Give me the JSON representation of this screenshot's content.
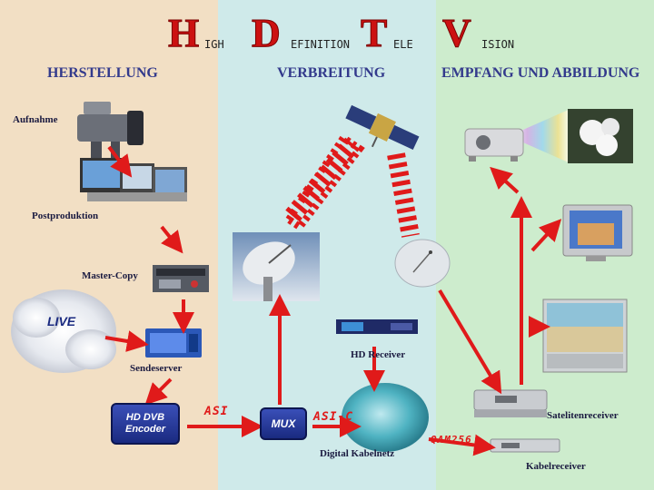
{
  "title": {
    "h_big": "H",
    "h_rest": "IGH",
    "d_big": "D",
    "d_rest": "EFINITION",
    "t_big": "T",
    "t_rest": "ELE",
    "v_big": "V",
    "v_rest": "ISION"
  },
  "sections": {
    "production": "HERSTELLUNG",
    "distribution": "VERBREITUNG",
    "reception": "EMPFANG UND ABBILDUNG"
  },
  "labels": {
    "aufnahme": "Aufnahme",
    "postproduktion": "Postproduktion",
    "master_copy": "Master-Copy",
    "live": "LIVE",
    "sendeserver": "Sendeserver",
    "encoder_line1": "HD DVB",
    "encoder_line2": "Encoder",
    "asi": "ASI",
    "mux": "MUX",
    "asi_c": "ASI-C",
    "hd_receiver": "HD Receiver",
    "digital_kabelnetz": "Digital Kabelnetz",
    "qam": "QAM256",
    "satelitenreceiver": "Satelitenreceiver",
    "kabelreceiver": "Kabelreceiver"
  },
  "colors": {
    "arrow": "#e01a1a",
    "title_red": "#cc1111",
    "heading_blue": "#333a8c",
    "col_production": "#f2dfc4",
    "col_distribution": "#cfeaea",
    "col_reception": "#cdeccd"
  }
}
